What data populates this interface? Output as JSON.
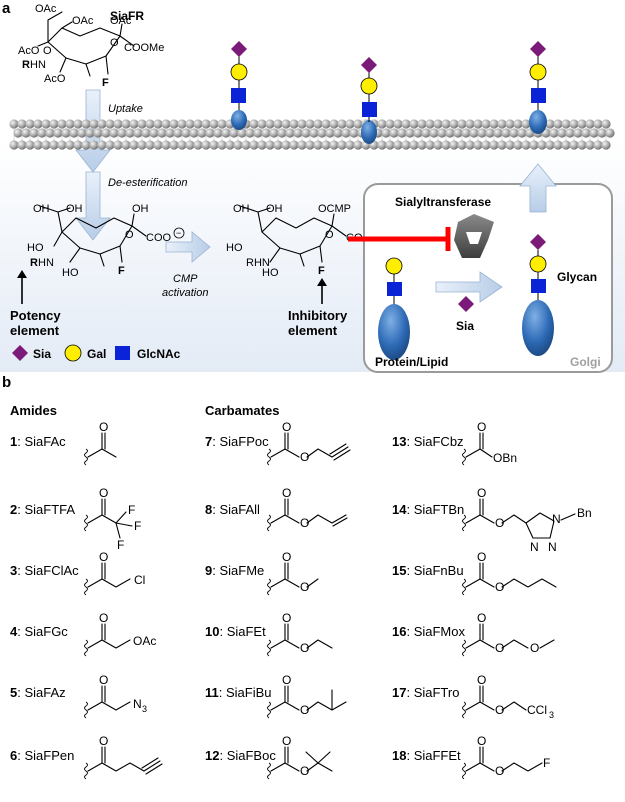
{
  "panel_a": {
    "label": "a",
    "compound_name": "SiaFR",
    "atom_labels": {
      "OAc": "OAc",
      "AcO": "AcO",
      "R": "R",
      "HN": "HN",
      "O": "O",
      "COOMe": "COOMe",
      "F": "F",
      "OH": "OH",
      "HO": "HO",
      "COO": "COO",
      "minus": "−",
      "OCMP": "OCMP",
      "RHN": "RHN"
    },
    "steps": {
      "uptake": "Uptake",
      "de_esterification": "De-esterification",
      "cmp_activation_1": "CMP",
      "cmp_activation_2": "activation"
    },
    "annotations": {
      "potency_1": "Potency",
      "potency_2": "element",
      "inhibitory_1": "Inhibitory",
      "inhibitory_2": "element"
    },
    "golgi": {
      "enzyme": "Sialyltransferase",
      "sia": "Sia",
      "glycan": "Glycan",
      "protein_lipid": "Protein/Lipid",
      "label": "Golgi"
    },
    "legend": {
      "sia": "Sia",
      "gal": "Gal",
      "glcnac": "GlcNAc"
    },
    "colors": {
      "sia": "#7b1a78",
      "gal": "#ffee00",
      "glcnac": "#0a23d6",
      "protein": "#2d6ab5",
      "inhibit": "#ff0000",
      "membrane": "#9a9a9a",
      "arrow": "#c9dbef"
    }
  },
  "panel_b": {
    "label": "b",
    "amides_heading": "Amides",
    "carbamates_heading": "Carbamates",
    "amides": [
      {
        "num": "1",
        "name": "SiaFAc"
      },
      {
        "num": "2",
        "name": "SiaFTFA"
      },
      {
        "num": "3",
        "name": "SiaFClAc"
      },
      {
        "num": "4",
        "name": "SiaFGc"
      },
      {
        "num": "5",
        "name": "SiaFAz"
      },
      {
        "num": "6",
        "name": "SiaFPen"
      }
    ],
    "carbamates_col1": [
      {
        "num": "7",
        "name": "SiaFPoc"
      },
      {
        "num": "8",
        "name": "SiaFAll"
      },
      {
        "num": "9",
        "name": "SiaFMe"
      },
      {
        "num": "10",
        "name": "SiaFEt"
      },
      {
        "num": "11",
        "name": "SiaFiBu"
      },
      {
        "num": "12",
        "name": "SiaFBoc"
      }
    ],
    "carbamates_col2": [
      {
        "num": "13",
        "name": "SiaFCbz"
      },
      {
        "num": "14",
        "name": "SiaFTBn"
      },
      {
        "num": "15",
        "name": "SiaFnBu"
      },
      {
        "num": "16",
        "name": "SiaFMox"
      },
      {
        "num": "17",
        "name": "SiaFTro"
      },
      {
        "num": "18",
        "name": "SiaFFEt"
      }
    ],
    "atom_labels": {
      "O": "O",
      "F": "F",
      "Cl": "Cl",
      "OAc": "OAc",
      "N3_N": "N",
      "N3_sub": "3",
      "OBn": "OBn",
      "N": "N",
      "Bn": "Bn",
      "CCl": "CCl",
      "CCl_sub": "3"
    }
  }
}
